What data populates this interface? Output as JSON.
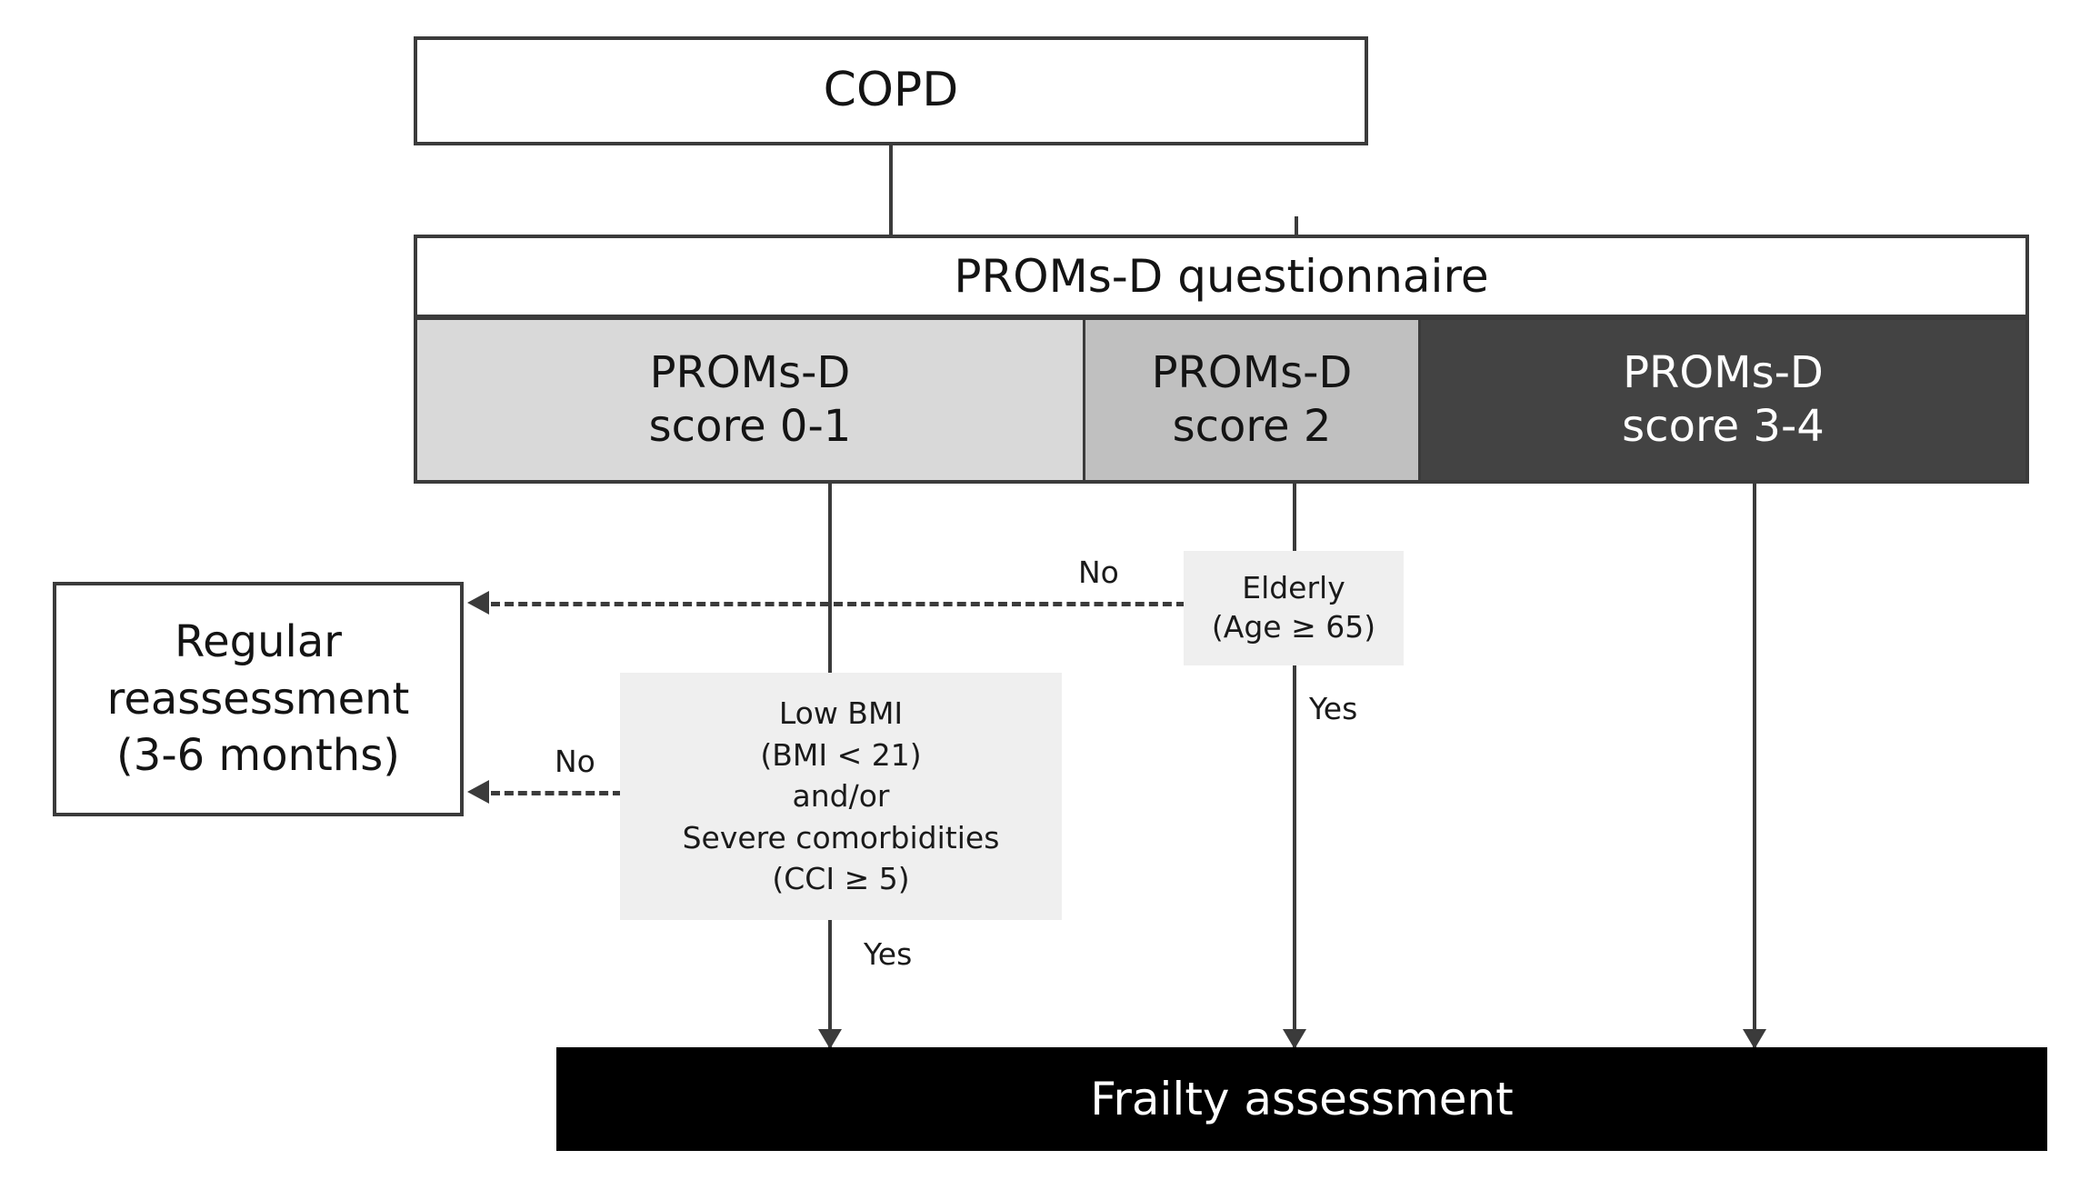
{
  "diagram": {
    "title": "COPD PROMs-D frailty screening flowchart",
    "colors": {
      "score_0_1_fill": "#d9d9d9",
      "score_2_fill": "#c0c0c0",
      "score_3_4_fill": "#434343",
      "criteria_fill": "#efefef",
      "frailty_fill": "#000000",
      "stroke": "#3b3b3b"
    }
  },
  "nodes": {
    "copd": {
      "label": "COPD"
    },
    "questionnaire": {
      "label": "PROMs-D questionnaire"
    },
    "score_0_1": {
      "line1": "PROMs-D",
      "line2": "score 0-1"
    },
    "score_2": {
      "line1": "PROMs-D",
      "line2": "score 2"
    },
    "score_3_4": {
      "line1": "PROMs-D",
      "line2": "score 3-4"
    },
    "elderly": {
      "line1": "Elderly",
      "line2": "(Age ≥ 65)"
    },
    "low_bmi": {
      "line1": "Low BMI",
      "line2": "(BMI < 21)",
      "line3": "and/or",
      "line4": "Severe comorbidities",
      "line5": "(CCI ≥ 5)"
    },
    "reassessment": {
      "line1": "Regular",
      "line2": "reassessment",
      "line3": "(3-6 months)"
    },
    "frailty": {
      "label": "Frailty assessment"
    }
  },
  "edge_labels": {
    "elderly_no": "No",
    "elderly_yes": "Yes",
    "low_bmi_no": "No",
    "low_bmi_yes": "Yes"
  }
}
